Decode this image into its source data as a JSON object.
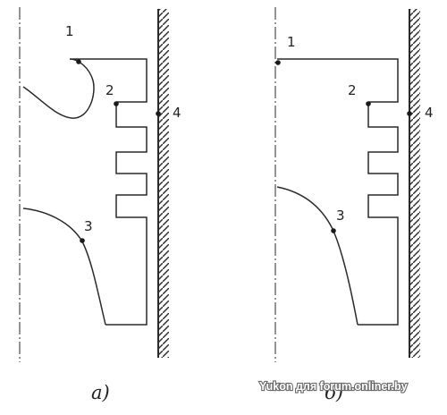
{
  "panel_a": {
    "caption": "а)",
    "labels": {
      "p1": "1",
      "p2": "2",
      "p3": "3",
      "p4": "4"
    }
  },
  "panel_b": {
    "caption": "б)",
    "labels": {
      "p1": "1",
      "p2": "2",
      "p3": "3",
      "p4": "4"
    }
  },
  "watermark": "Yukon для forum.onliner.by",
  "colors": {
    "line": "#2a2a2a",
    "wall": "#2a2a2a",
    "watermark": "#ffffff",
    "background": "#ffffff"
  }
}
